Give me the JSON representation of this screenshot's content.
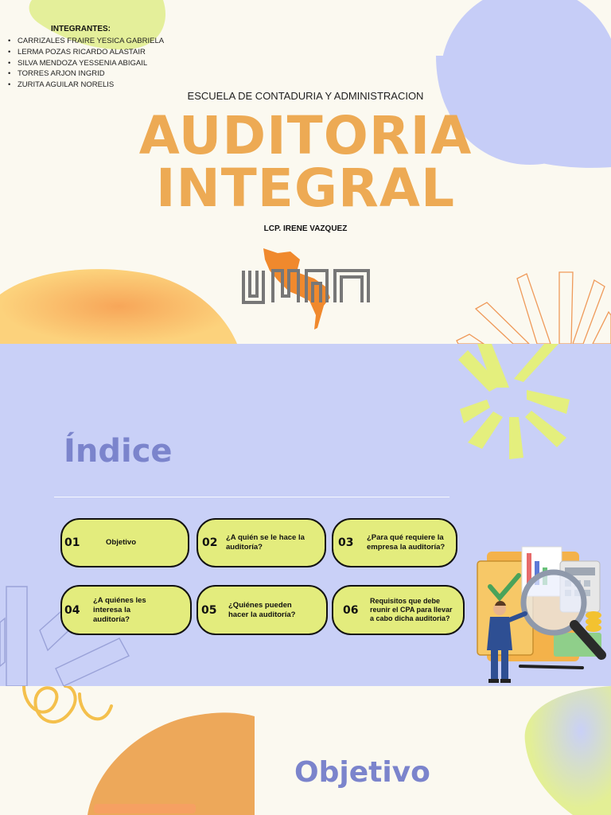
{
  "cover": {
    "members_title": "INTEGRANTES:",
    "members": [
      "CARRIZALES FRAIRE YESICA GABRIELA",
      "LERMA POZAS RICARDO ALASTAIR",
      "SILVA MENDOZA YESSENIA ABIGAIL",
      "TORRES ARJON INGRID",
      "ZURITA AGUILAR NORELIS"
    ],
    "school": "ESCUELA DE CONTADURIA Y ADMINISTRACION",
    "title_line1": "AUDITORIA",
    "title_line2": "INTEGRAL",
    "teacher": "LCP. IRENE VAZQUEZ",
    "logo_text": "UMAN",
    "accent_color": "#edaa54"
  },
  "index": {
    "title": "Índice",
    "items": [
      {
        "num": "01",
        "text": "Objetivo"
      },
      {
        "num": "02",
        "text": "¿A quién se le hace la auditoría?"
      },
      {
        "num": "03",
        "text": "¿Para qué requiere la empresa la auditoría?"
      },
      {
        "num": "04",
        "text": "¿A quiénes les interesa la auditoría?"
      },
      {
        "num": "05",
        "text": "¿Quiénes pueden hacer la auditoría?"
      },
      {
        "num": "06",
        "text": "Requisitos que debe reunir el CPA para llevar a cabo dicha auditoria?"
      }
    ],
    "pill_color": "#e3ec7d",
    "background": "#c9d0f7"
  },
  "objective": {
    "title": "Objetivo"
  }
}
